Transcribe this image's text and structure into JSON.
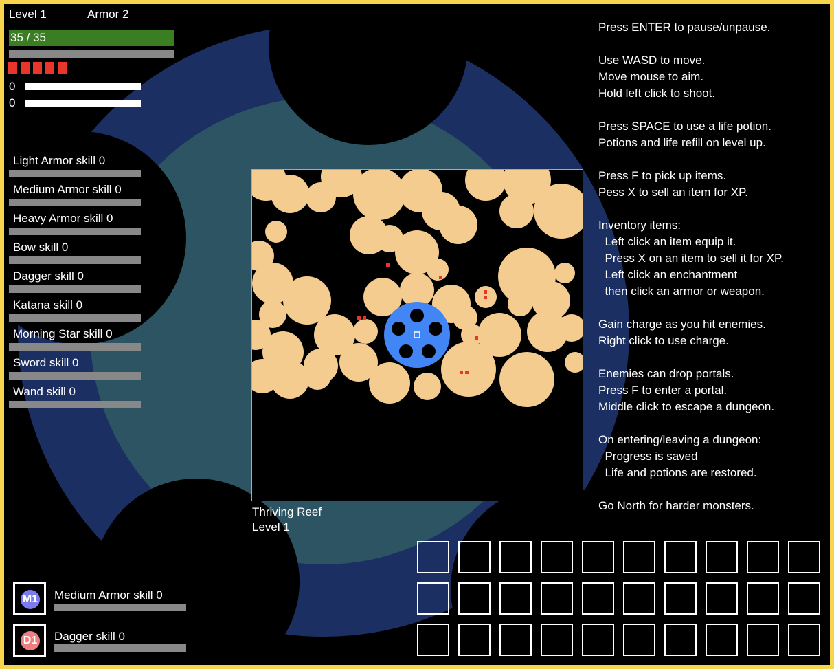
{
  "hud": {
    "level": "Level 1",
    "armor": "Armor 2",
    "health": "35 / 35",
    "health_fraction": 1,
    "xp_fraction": 0,
    "potions": 5,
    "counter1": "0",
    "counter2": "0"
  },
  "skills": [
    "Light Armor skill 0",
    "Medium Armor skill 0",
    "Heavy Armor skill 0",
    "Bow skill 0",
    "Dagger skill 0",
    "Katana skill 0",
    "Morning Star skill 0",
    "Sword skill 0",
    "Wand skill 0"
  ],
  "help": "Press ENTER to pause/unpause.\n\nUse WASD to move.\nMove mouse to aim.\nHold left click to shoot.\n\nPress SPACE to use a life potion.\nPotions and life refill on level up.\n\nPress F to pick up items.\nPess X to sell an item for XP.\n\nInventory items:\n  Left click an item equip it.\n  Press X on an item to sell it for XP.\n  Left click an enchantment\n  then click an armor or weapon.\n\nGain charge as you hit enemies.\nRight click to use charge.\n\nEnemies can drop portals.\nPress F to enter a portal.\nMiddle click to escape a dungeon.\n\nOn entering/leaving a dungeon:\n  Progress is saved\n  Life and potions are restored.\n\nGo North for harder monsters.",
  "map": {
    "name": "Thriving Reef",
    "level": "Level 1"
  },
  "equipped": [
    {
      "badge": "M1",
      "label": "Medium Armor skill 0",
      "color": "#7b7cf0"
    },
    {
      "badge": "D1",
      "label": "Dagger skill 0",
      "color": "#ef7f7f"
    }
  ],
  "colors": {
    "frame": "#f7d44c",
    "health": "#3a7d22",
    "potion": "#e8362a",
    "player": "#4285f4",
    "enemy": "#f5cc8f"
  }
}
